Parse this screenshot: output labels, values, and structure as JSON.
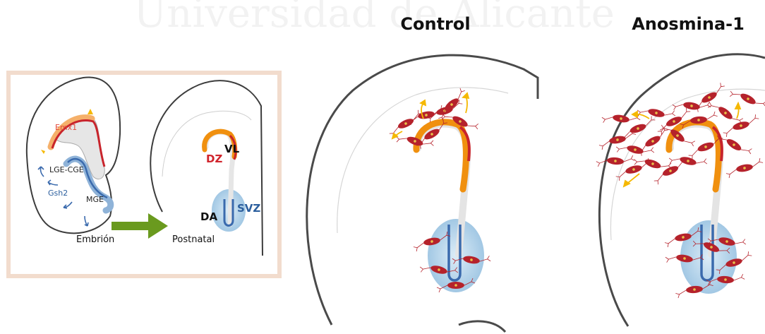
{
  "watermark": "Universidad de Alicante",
  "panels": {
    "control_title": "Control",
    "anosmina_title": "Anosmina-1"
  },
  "embryo": {
    "emx1": "Emx1",
    "lge_cge": "LGE-CGE",
    "gsh2": "Gsh2",
    "mge": "MGE",
    "caption": "Embrión"
  },
  "postnatal": {
    "vl": "VL",
    "dz": "DZ",
    "da": "DA",
    "svz": "SVZ",
    "caption": "Postnatal"
  },
  "colors": {
    "orange": "#f0900f",
    "red": "#c8242c",
    "blue": "#3a6aad",
    "light_blue": "#a9cde6",
    "gray_fill": "#e6e6e6",
    "outline": "#3c3c3c",
    "arrow_green": "#6a9a1e",
    "frame": "#f2dccd",
    "cell_red": "#b5222b",
    "yellow": "#f5b800",
    "label_red": "#e34a3a",
    "label_blue": "#2c5f9e"
  }
}
